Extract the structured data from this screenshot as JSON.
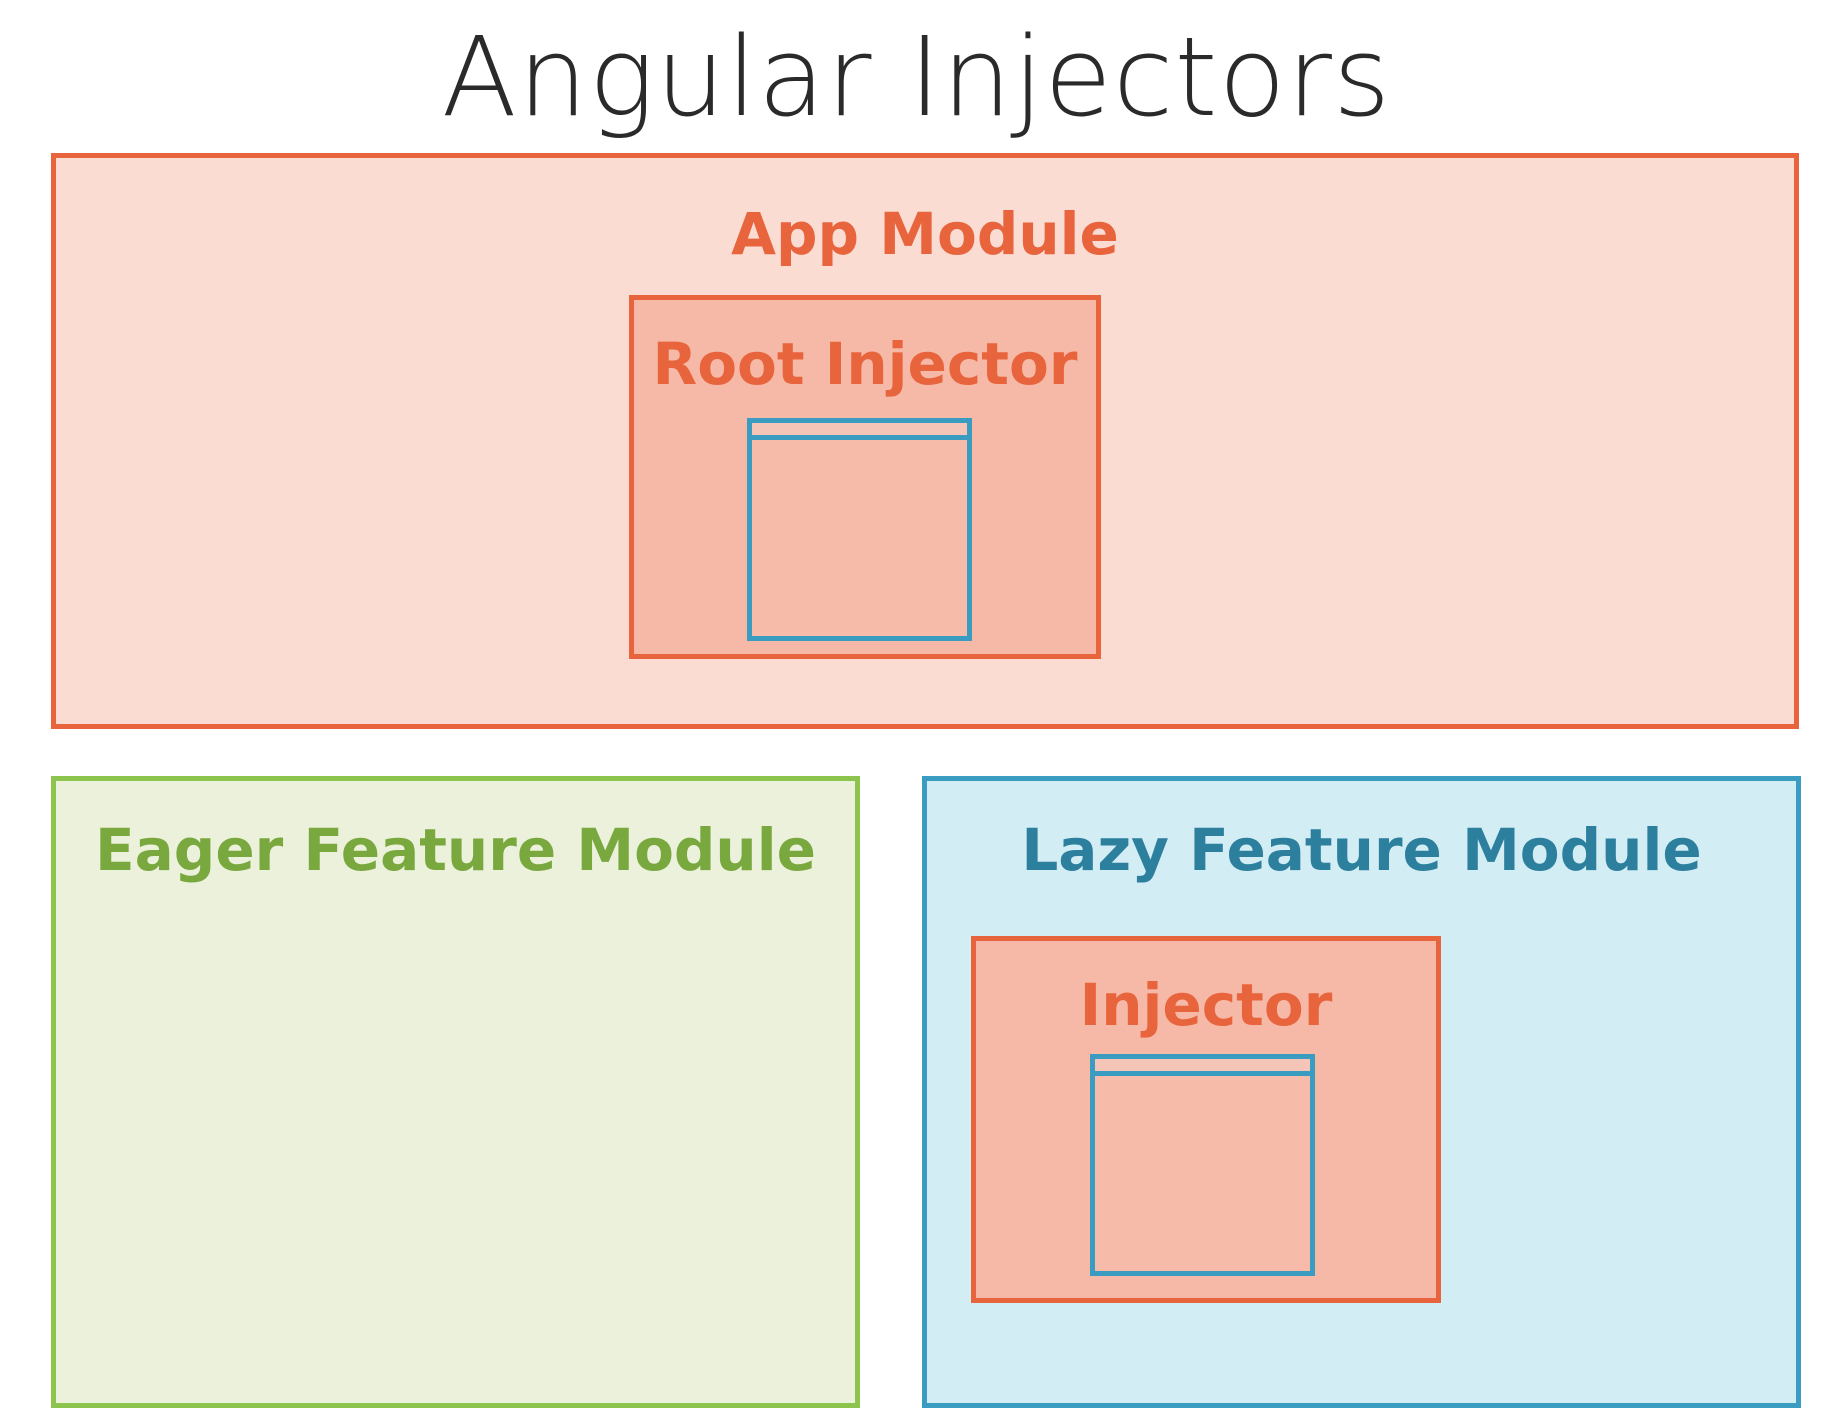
{
  "title": "Angular Injectors",
  "app_module": {
    "label": "App Module",
    "root_injector": {
      "label": "Root Injector"
    }
  },
  "eager_module": {
    "label": "Eager Feature Module"
  },
  "lazy_module": {
    "label": "Lazy Feature Module",
    "injector": {
      "label": "Injector"
    }
  },
  "colors": {
    "app_border": "#e8643c",
    "app_fill": "#fbdcd3",
    "injector_fill": "#f7b9a7",
    "service_border": "#3a9cc0",
    "eager_border": "#8cc44e",
    "eager_fill": "#ecf1dc",
    "lazy_border": "#3a9cc0",
    "lazy_fill": "#d3edf5"
  }
}
